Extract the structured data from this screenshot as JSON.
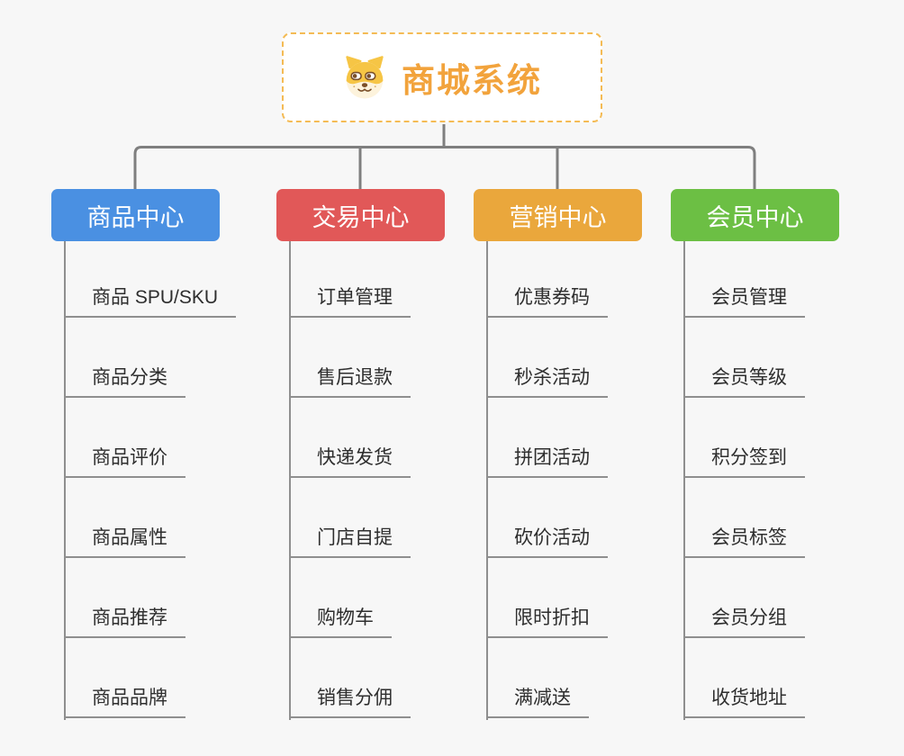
{
  "root": {
    "title": "商城系统",
    "icon": "dog-face-icon"
  },
  "branches": [
    {
      "label": "商品中心",
      "color": "#4a90e2",
      "items": [
        "商品 SPU/SKU",
        "商品分类",
        "商品评价",
        "商品属性",
        "商品推荐",
        "商品品牌"
      ]
    },
    {
      "label": "交易中心",
      "color": "#e15858",
      "items": [
        "订单管理",
        "售后退款",
        "快递发货",
        "门店自提",
        "购物车",
        "销售分佣"
      ]
    },
    {
      "label": "营销中心",
      "color": "#eaa73c",
      "items": [
        "优惠券码",
        "秒杀活动",
        "拼团活动",
        "砍价活动",
        "限时折扣",
        "满减送"
      ]
    },
    {
      "label": "会员中心",
      "color": "#6cbf44",
      "items": [
        "会员管理",
        "会员等级",
        "积分签到",
        "会员标签",
        "会员分组",
        "收货地址"
      ]
    }
  ],
  "colors": {
    "connector": "#7f7f7f",
    "leaf_line": "#8f8f8f",
    "root_accent": "#f2a33c",
    "root_border": "#f4bb55"
  }
}
